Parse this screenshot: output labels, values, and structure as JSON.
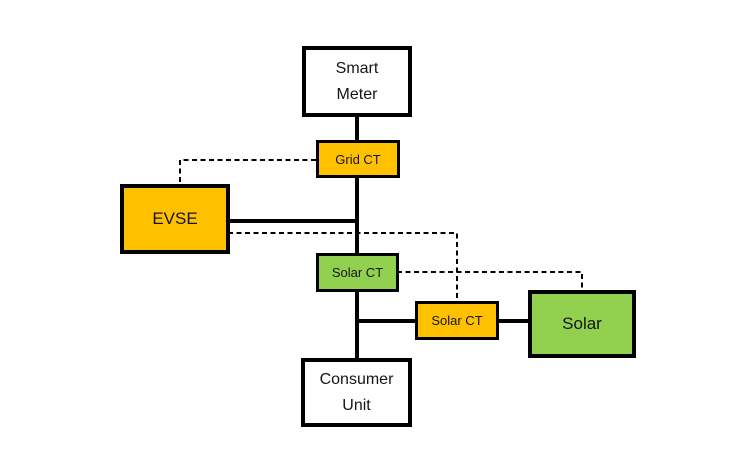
{
  "diagram": {
    "description": "EVSE and solar CT wiring diagram",
    "colors": {
      "amber": "#FFC000",
      "green": "#92D050",
      "wire": "#000000",
      "background": "#FFFFFF"
    },
    "nodes": {
      "smart_meter": {
        "line1": "Smart",
        "line2": "Meter"
      },
      "grid_ct": {
        "label": "Grid CT"
      },
      "evse": {
        "label": "EVSE"
      },
      "solar_ct_main": {
        "label": "Solar CT"
      },
      "solar_ct_branch": {
        "label": "Solar CT"
      },
      "solar": {
        "label": "Solar"
      },
      "consumer_unit": {
        "line1": "Consumer",
        "line2": "Unit"
      }
    }
  }
}
